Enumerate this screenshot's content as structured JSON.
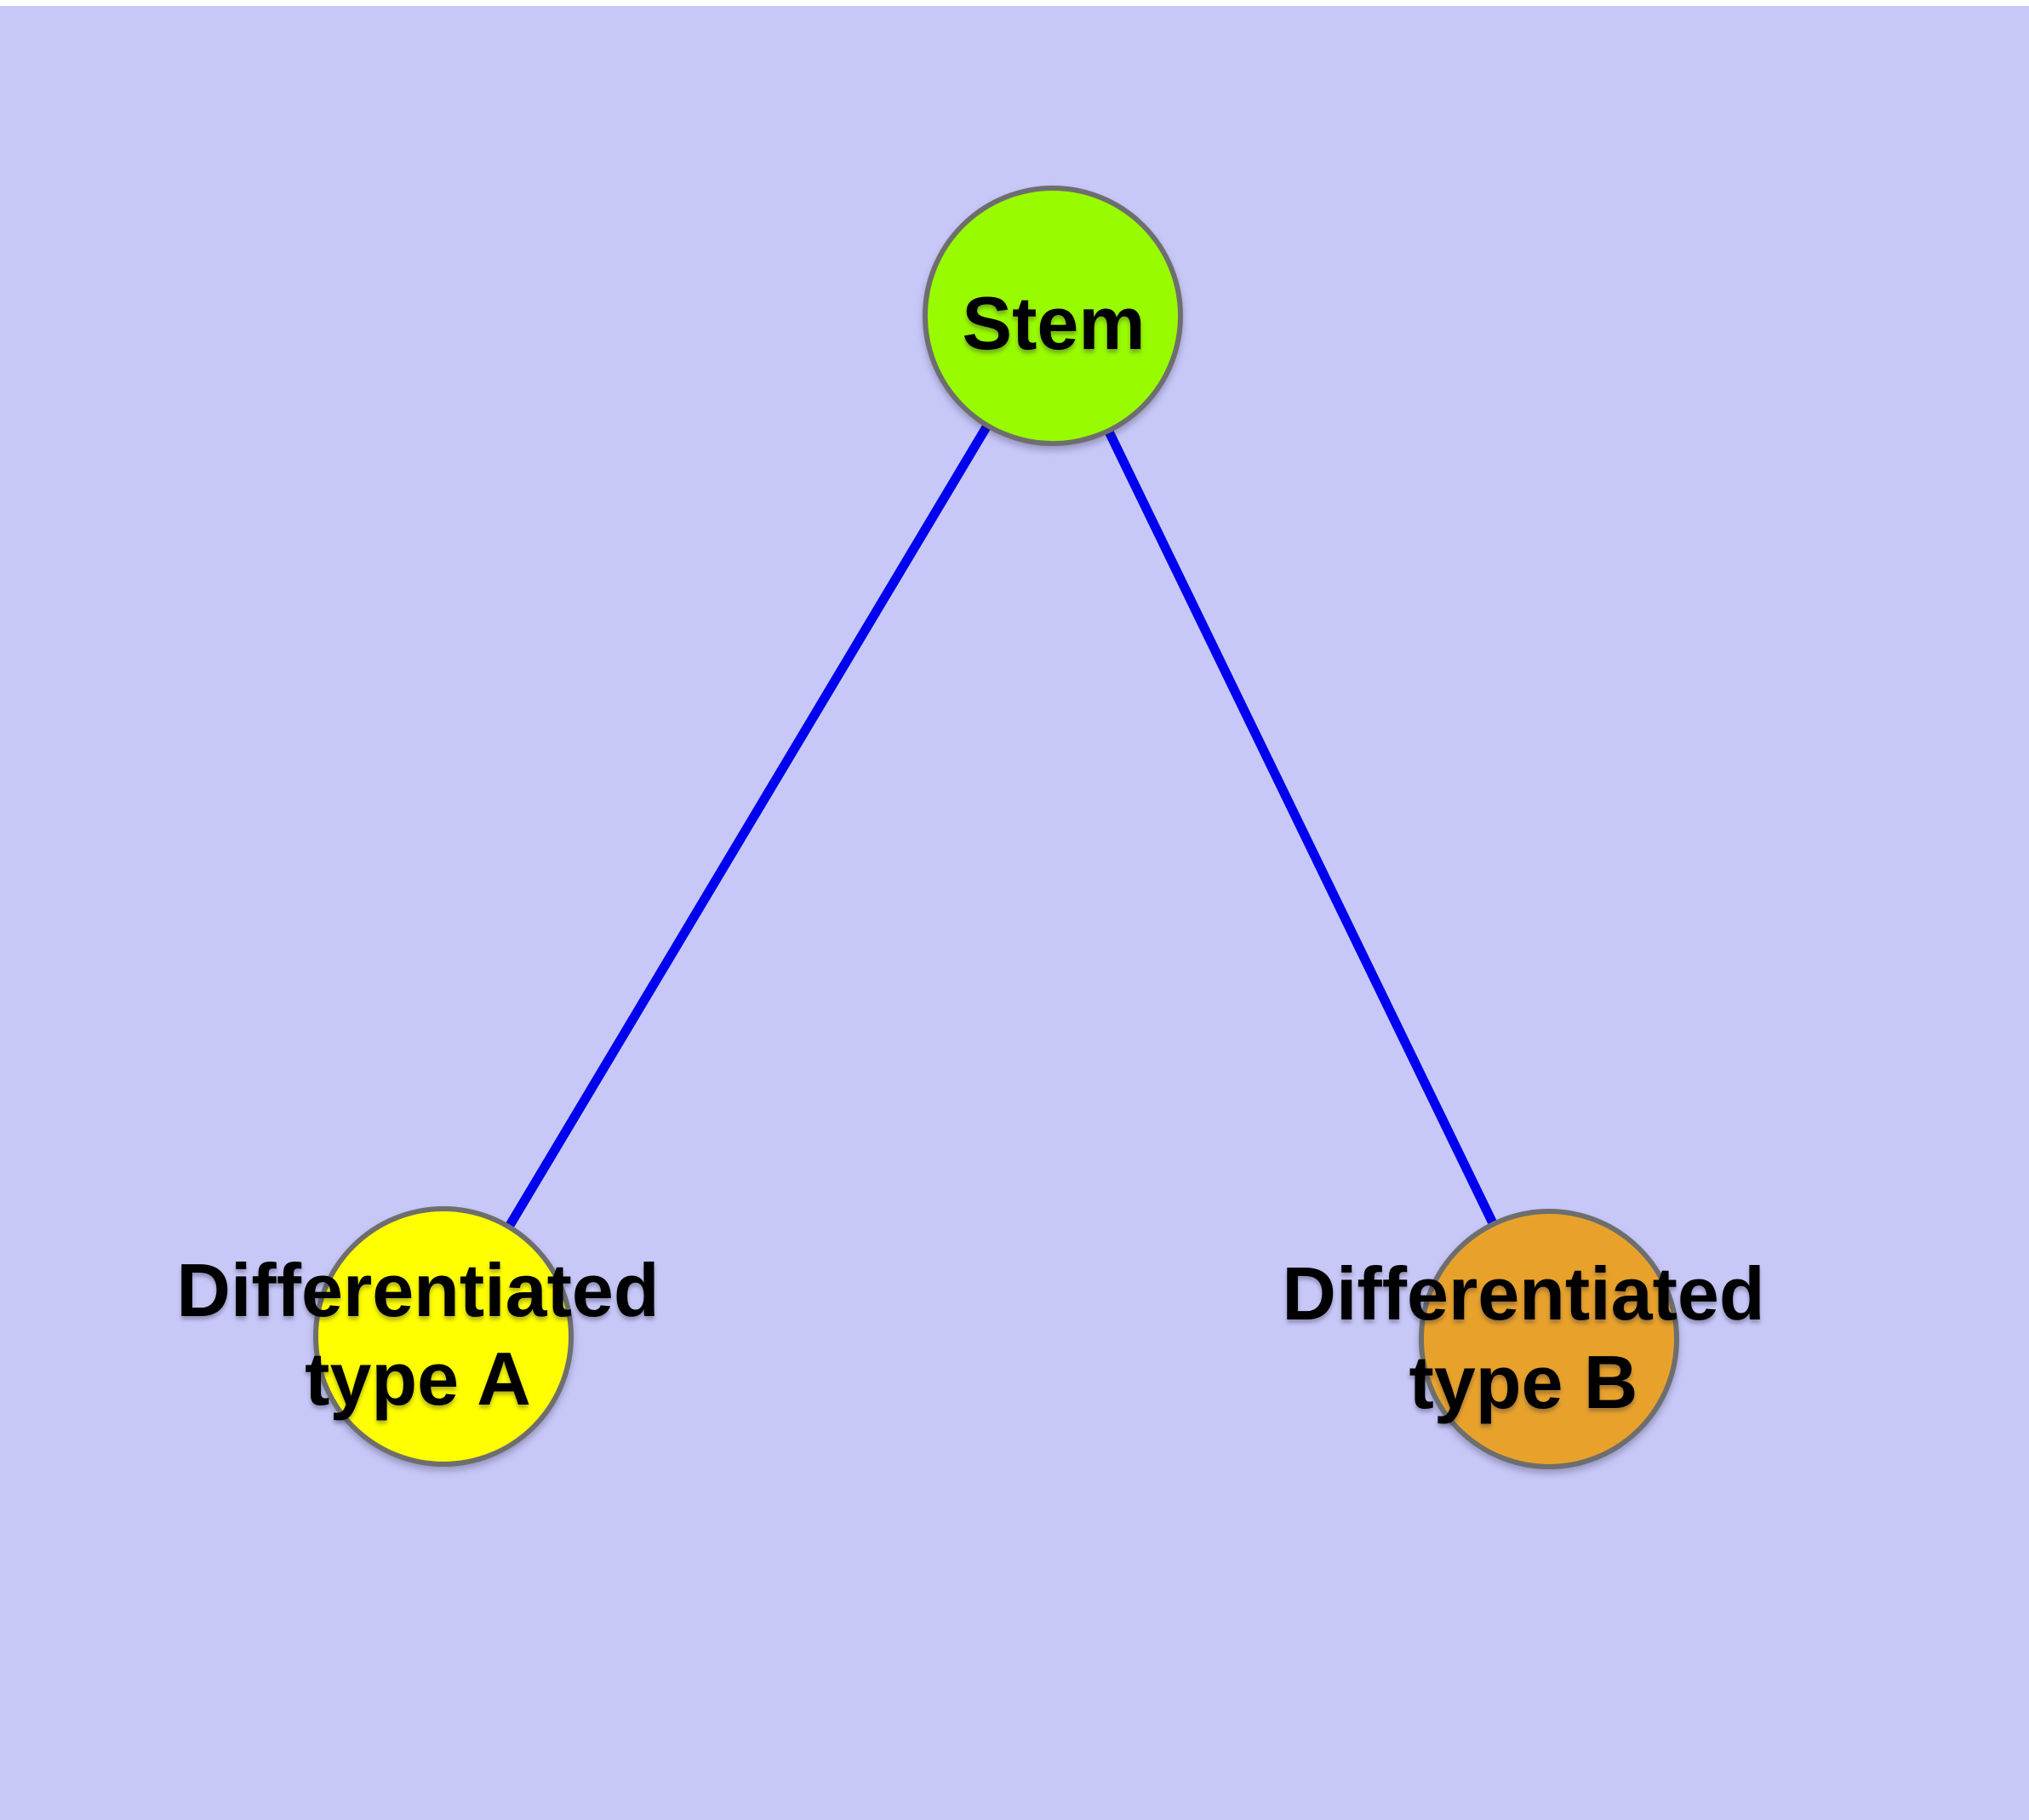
{
  "canvas": {
    "background_color": "#c8c8f8",
    "top_edge_color": "#ffffff"
  },
  "diagram": {
    "type": "node-link-graph",
    "edge_color": "#0000ee",
    "node_border_color": "#6e6e6e",
    "text_color": "#000000",
    "nodes": [
      {
        "id": "stem",
        "lines": [
          "Stem"
        ],
        "fill": "#99fb00"
      },
      {
        "id": "differentiated-type-a",
        "lines": [
          "Differentiated",
          "type A"
        ],
        "fill": "#ffff00"
      },
      {
        "id": "differentiated-type-b",
        "lines": [
          "Differentiated",
          "type B"
        ],
        "fill": "#e8a22c"
      }
    ],
    "edges": [
      {
        "from": "stem",
        "to": "differentiated-type-a"
      },
      {
        "from": "stem",
        "to": "differentiated-type-b"
      }
    ]
  }
}
